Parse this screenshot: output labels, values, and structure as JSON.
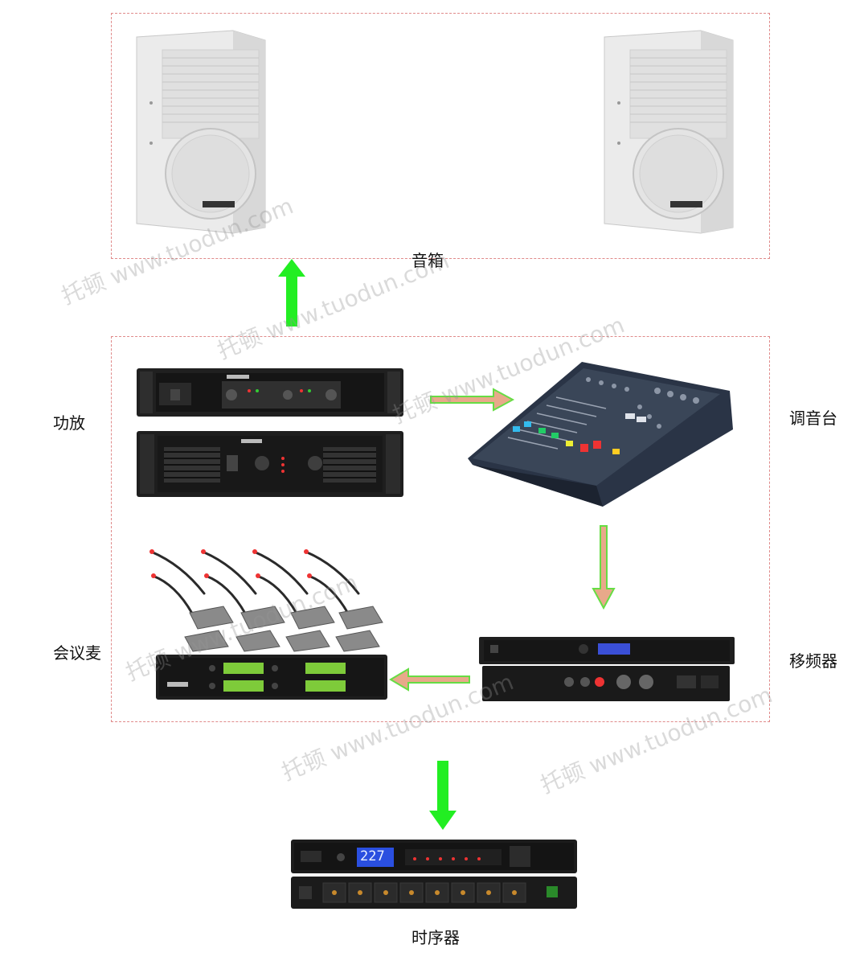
{
  "labels": {
    "speaker": "音箱",
    "amplifier": "功放",
    "mixer": "调音台",
    "conference_mic": "会议麦",
    "frequency_shifter": "移频器",
    "sequencer": "时序器"
  },
  "watermark": "托顿 www.tuodun.com",
  "sequencer_display": "227",
  "colors": {
    "flow_arrow_green": "#22ee22",
    "flow_arrow_orange_fill": "#e8a98a",
    "flow_arrow_green_edge": "#66dd44",
    "group_border": "#e08a8a",
    "device_black": "#1c1c1c",
    "speaker_white": "#f2f2f2"
  },
  "icons": [
    "speaker-cabinet",
    "power-amplifier",
    "audio-mixer",
    "gooseneck-microphone",
    "frequency-shifter",
    "power-sequencer"
  ]
}
